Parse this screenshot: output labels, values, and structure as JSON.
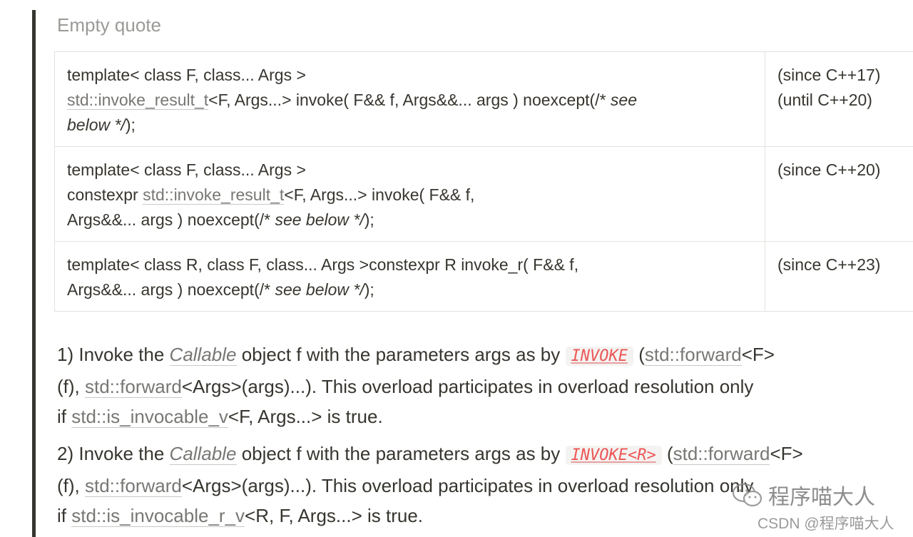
{
  "quote": {
    "placeholder": "Empty quote"
  },
  "table": {
    "rows": [
      {
        "l1": "template< class F, class... Args >",
        "l2_link": "std::invoke_result_t",
        "l2_rest": "<F, Args...>    invoke( F&& f, Args&&... args ) noexcept(/* ",
        "l2_it": "see",
        "l3_it": "below */",
        "l3_rest": ");",
        "ver1": "(since C++17)",
        "ver2": "(until C++20)"
      },
      {
        "l1": "template< class F, class... Args >",
        "l2_pre": "constexpr ",
        "l2_link": "std::invoke_result_t",
        "l2_rest": "<F, Args...>    invoke( F&& f,",
        "l3_pre": "Args&&... args ) noexcept(/* ",
        "l3_it": "see below */",
        "l3_rest": ");",
        "ver1": "(since C++20)"
      },
      {
        "l1": "template< class R, class F, class... Args >constexpr R invoke_r( F&& f,",
        "l2_pre": "Args&&... args ) noexcept(/* ",
        "l2_it": "see below */",
        "l2_rest": ");",
        "ver1": "(since C++23)"
      }
    ]
  },
  "paragraphs": [
    {
      "a": "1) Invoke the ",
      "callable": "Callable",
      "b": " object f with the parameters args as by ",
      "code": "INVOKE",
      "c": " (",
      "fwd1": "std::forward",
      "d": "<F>",
      "e": "(f), ",
      "fwd2": "std::forward",
      "f": "<Args>(args)...). This overload participates in overload resolution only",
      "g": "if ",
      "trait": "std::is_invocable_v",
      "h": "<F, Args...> is true."
    },
    {
      "a": "2) Invoke the ",
      "callable": "Callable",
      "b": " object f with the parameters args as by ",
      "code": "INVOKE<R>",
      "c": " (",
      "fwd1": "std::forward",
      "d": "<F>",
      "e": "(f), ",
      "fwd2": "std::forward",
      "f": "<Args>(args)...). This overload participates in overload resolution only",
      "g": "if ",
      "trait": "std::is_invocable_r_v",
      "h": "<R, F, Args...> is true."
    }
  ],
  "watermark": {
    "brand": "程序喵大人",
    "site": "CSDN @程序喵大人"
  }
}
